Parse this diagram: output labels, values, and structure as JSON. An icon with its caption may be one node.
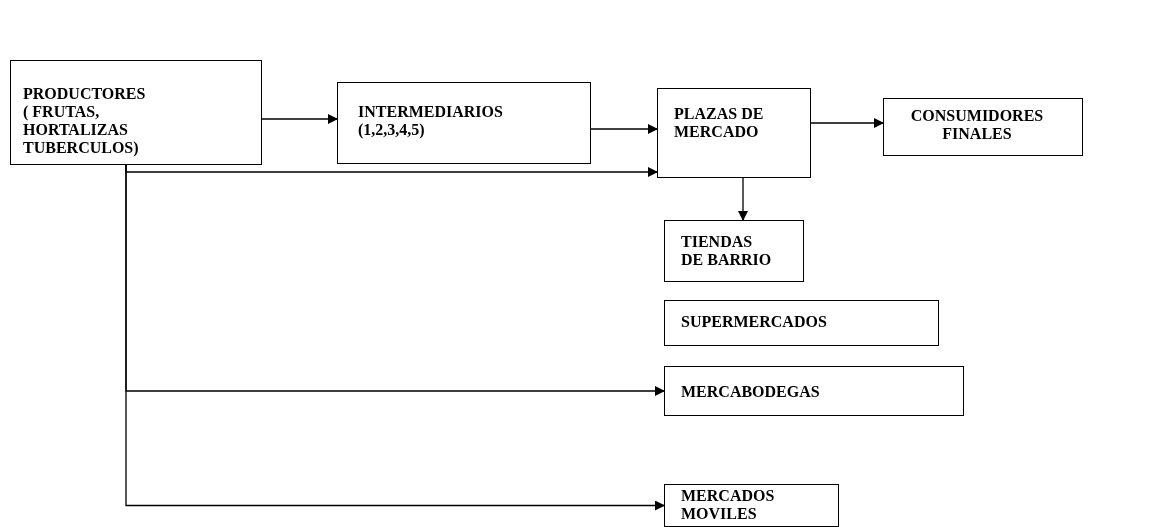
{
  "diagram": {
    "nodes": [
      {
        "text": [
          "PRODUCTORES ( FRUTAS, HORTALIZAS TUBERCULOS)"
        ]
      },
      {
        "text": [
          "INTERMEDIARIOS (1,2,3,4,5)"
        ]
      },
      {
        "text": [
          "PLAZAS DE MERCADO"
        ]
      },
      {
        "text": [
          "CONSUMIDORES FINALES"
        ]
      },
      {
        "text": [
          "TIENDAS DE BARRIO"
        ]
      },
      {
        "text": [
          "SUPERMERCADOS"
        ]
      },
      {
        "text": [
          "MERCABODEGAS"
        ]
      },
      {
        "text": [
          "MERCADOS MOVILES"
        ]
      }
    ],
    "edges": [
      {
        "from": 0,
        "to": 1,
        "arrow": "to"
      },
      {
        "from": 1,
        "to": 2,
        "arrow": "to"
      },
      {
        "from": 2,
        "to": 3,
        "arrow": "to"
      },
      {
        "from": 2,
        "to": 4,
        "arrow": "to"
      },
      {
        "from": 0,
        "to": 2,
        "arrow": "to"
      },
      {
        "from": 0,
        "to": 6,
        "arrow": "to"
      },
      {
        "from": 0,
        "to": 7,
        "arrow": "to"
      }
    ]
  }
}
